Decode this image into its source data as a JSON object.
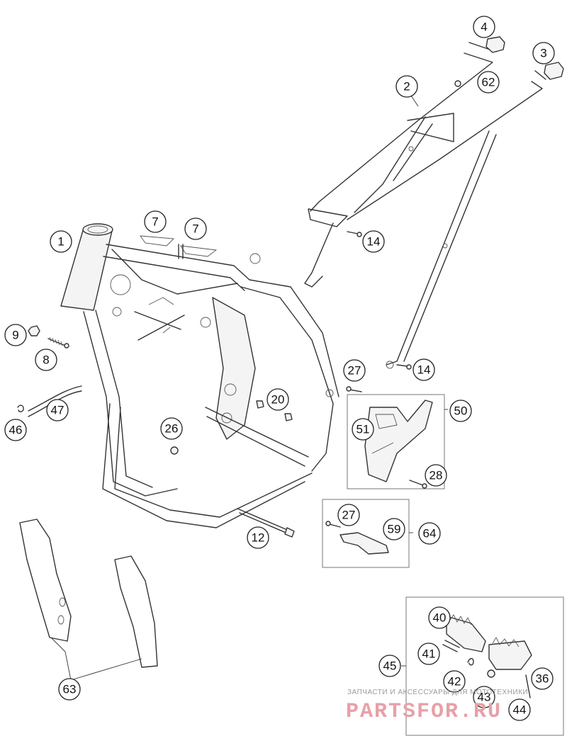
{
  "callouts": [
    {
      "id": "c1",
      "label": "1"
    },
    {
      "id": "c2",
      "label": "2"
    },
    {
      "id": "c3",
      "label": "3"
    },
    {
      "id": "c4",
      "label": "4"
    },
    {
      "id": "c7a",
      "label": "7"
    },
    {
      "id": "c7b",
      "label": "7"
    },
    {
      "id": "c8",
      "label": "8"
    },
    {
      "id": "c9",
      "label": "9"
    },
    {
      "id": "c12",
      "label": "12"
    },
    {
      "id": "c14a",
      "label": "14"
    },
    {
      "id": "c14b",
      "label": "14"
    },
    {
      "id": "c20",
      "label": "20"
    },
    {
      "id": "c26",
      "label": "26"
    },
    {
      "id": "c27a",
      "label": "27"
    },
    {
      "id": "c27b",
      "label": "27"
    },
    {
      "id": "c28",
      "label": "28"
    },
    {
      "id": "c36",
      "label": "36"
    },
    {
      "id": "c40",
      "label": "40"
    },
    {
      "id": "c41",
      "label": "41"
    },
    {
      "id": "c42",
      "label": "42"
    },
    {
      "id": "c43",
      "label": "43"
    },
    {
      "id": "c44",
      "label": "44"
    },
    {
      "id": "c45",
      "label": "45"
    },
    {
      "id": "c46",
      "label": "46"
    },
    {
      "id": "c47",
      "label": "47"
    },
    {
      "id": "c50",
      "label": "50"
    },
    {
      "id": "c51",
      "label": "51"
    },
    {
      "id": "c59",
      "label": "59"
    },
    {
      "id": "c62",
      "label": "62"
    },
    {
      "id": "c63",
      "label": "63"
    },
    {
      "id": "c64",
      "label": "64"
    }
  ],
  "watermark": {
    "tagline": "ЗАПЧАСТИ И АКСЕССУАРЫ ДЛЯ МОТОТЕХНИКИ",
    "brand": "PARTSFOR.RU"
  }
}
